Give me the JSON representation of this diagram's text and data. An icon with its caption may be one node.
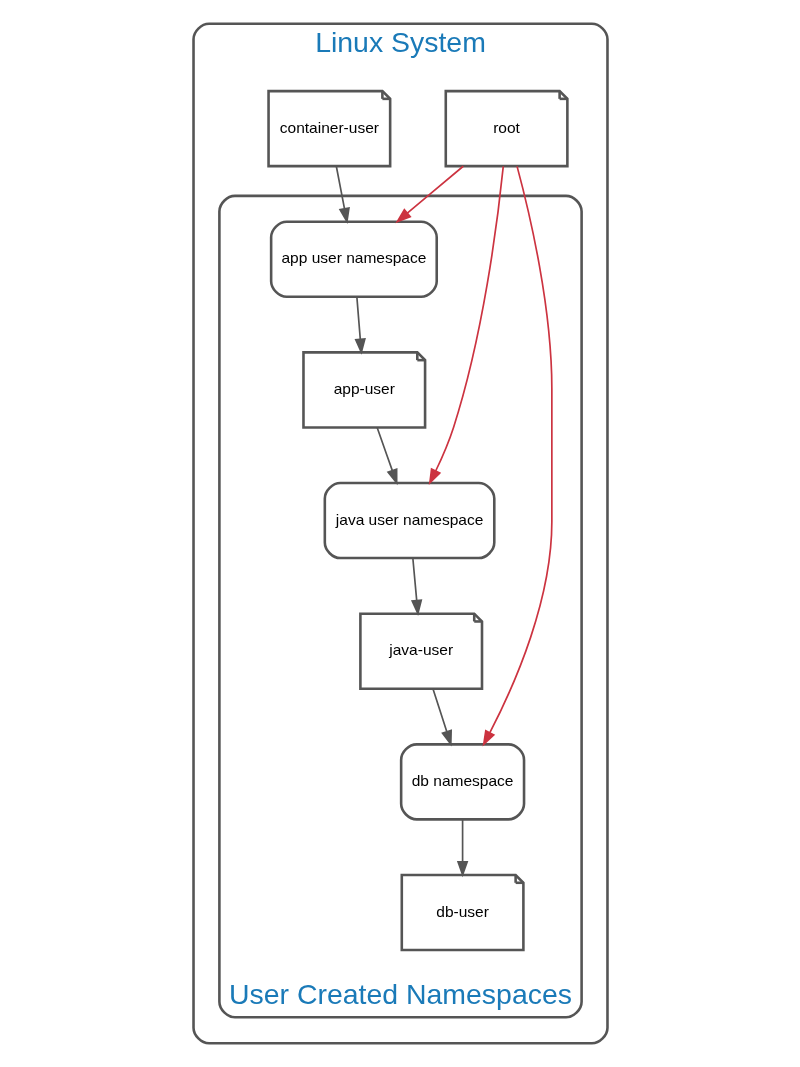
{
  "diagram": {
    "nodes": [
      {
        "text": [
          "Linux System"
        ]
      },
      {
        "text": [
          "root"
        ],
        "in": 0
      },
      {
        "text": [
          "container-user"
        ],
        "in": 0
      },
      {
        "text": [
          "User Created Namespaces"
        ],
        "in": 0
      },
      {
        "text": [
          "app-user"
        ],
        "in": 3
      },
      {
        "text": [
          "app user namespace"
        ],
        "in": 3
      },
      {
        "text": [
          "java user namespace"
        ],
        "in": 3
      },
      {
        "text": [
          "java-user"
        ],
        "in": 3
      },
      {
        "text": [
          "db-user"
        ],
        "in": 3
      },
      {
        "text": [
          "db namespace"
        ],
        "in": 3
      }
    ],
    "edges": [
      {
        "from": 1,
        "to": 5,
        "arrow": "to",
        "color": "#cc3340"
      },
      {
        "from": 1,
        "to": 6,
        "arrow": "to",
        "color": "#cc3340"
      },
      {
        "from": 1,
        "to": 9,
        "arrow": "to",
        "color": "#cc3340"
      },
      {
        "from": 2,
        "to": 5,
        "arrow": "to"
      },
      {
        "from": 5,
        "to": 4,
        "arrow": "to"
      },
      {
        "from": 4,
        "to": 6,
        "arrow": "to"
      },
      {
        "from": 6,
        "to": 7,
        "arrow": "to"
      },
      {
        "from": 7,
        "to": 9,
        "arrow": "to"
      },
      {
        "from": 9,
        "to": 8,
        "arrow": "to"
      }
    ]
  }
}
